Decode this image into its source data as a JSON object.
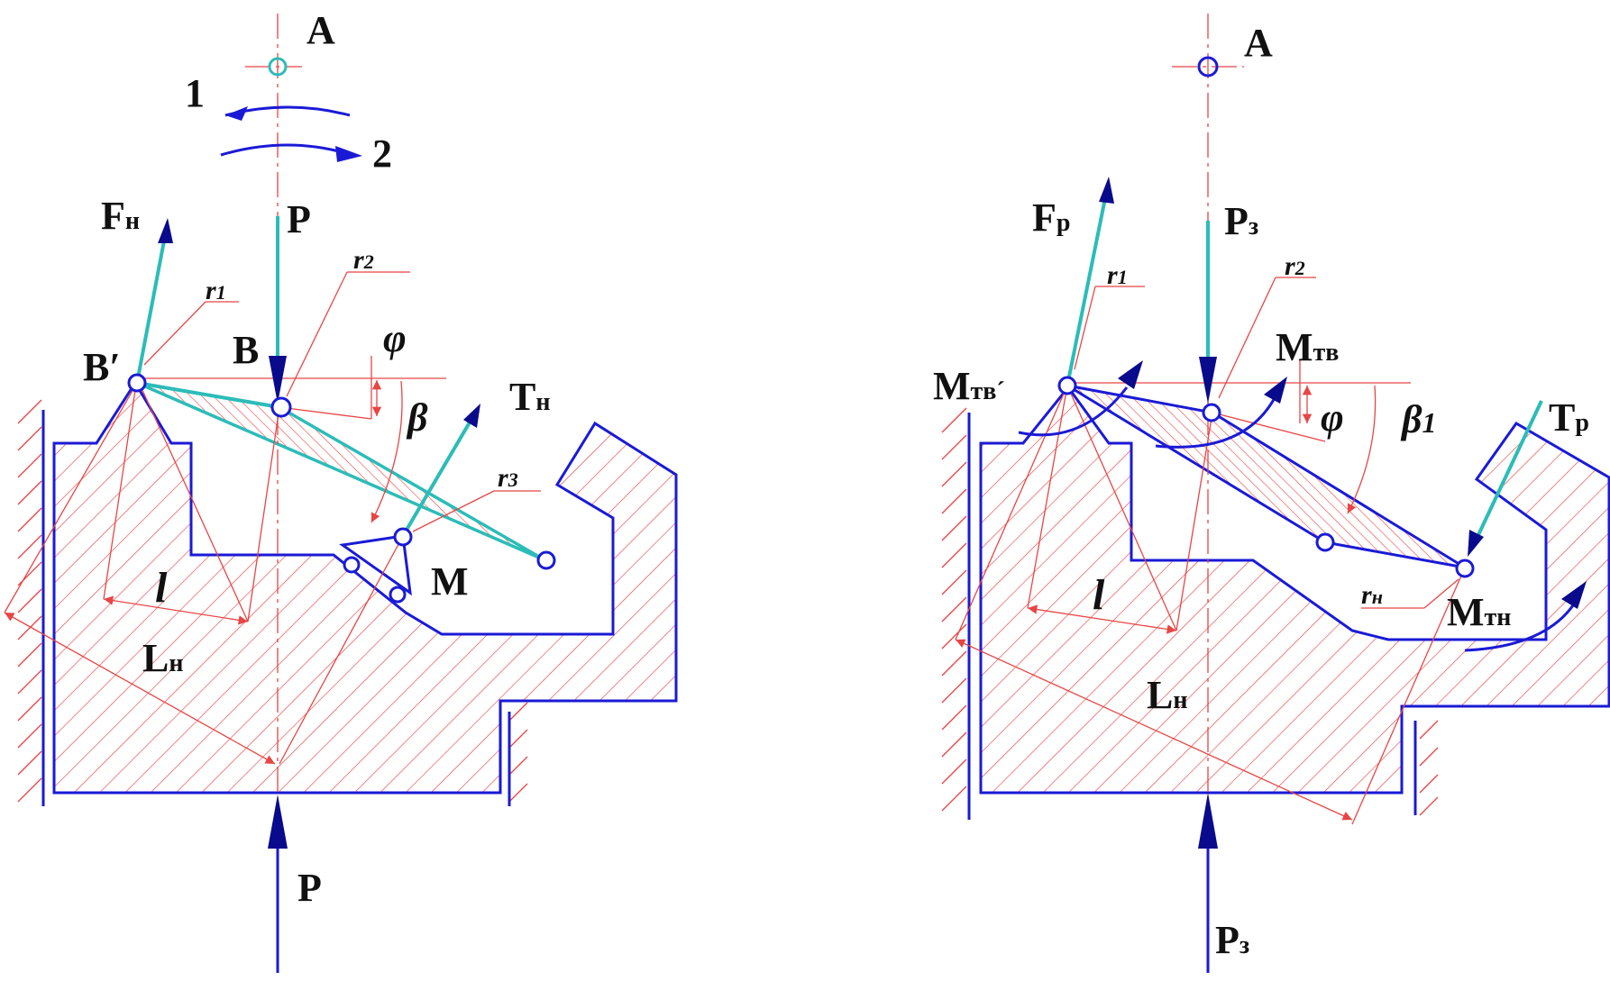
{
  "left": {
    "point_a": "A",
    "dir_1": "1",
    "dir_2": "2",
    "force_f": "F",
    "force_f_sub": "н",
    "force_p_top": "P",
    "force_p_bottom": "P",
    "point_b_prime": "B′",
    "point_b": "B",
    "radius_1": "r",
    "radius_1_sub": "1",
    "radius_2": "r",
    "radius_2_sub": "2",
    "radius_3": "r",
    "radius_3_sub": "3",
    "angle_phi": "φ",
    "angle_beta": "β",
    "force_t": "T",
    "force_t_sub": "н",
    "point_m": "M",
    "dim_l": "l",
    "dim_L": "L",
    "dim_L_sub": "н"
  },
  "right": {
    "point_a": "A",
    "force_f": "F",
    "force_f_sub": "р",
    "force_p_top": "P",
    "force_p_top_sub": "з",
    "force_p_bottom": "P",
    "force_p_bottom_sub": "з",
    "radius_1": "r",
    "radius_1_sub": "1",
    "radius_2": "r",
    "radius_2_sub": "2",
    "moment_tv": "M",
    "moment_tv_sub": "тв",
    "moment_tv_prime": "M",
    "moment_tv_prime_sub": "тв´",
    "angle_phi": "φ",
    "angle_beta": "β",
    "angle_beta_sub": "1",
    "force_t": "T",
    "force_t_sub": "р",
    "radius_n": "r",
    "radius_n_sub": "н",
    "moment_tn": "M",
    "moment_tn_sub": "тн",
    "dim_l": "l",
    "dim_L": "L",
    "dim_L_sub": "н"
  },
  "colors": {
    "outline": "#1a1ad6",
    "force_teal": "#2cbcb8",
    "hatch_red": "#e84545",
    "force_dark": "#0a0a8c"
  }
}
